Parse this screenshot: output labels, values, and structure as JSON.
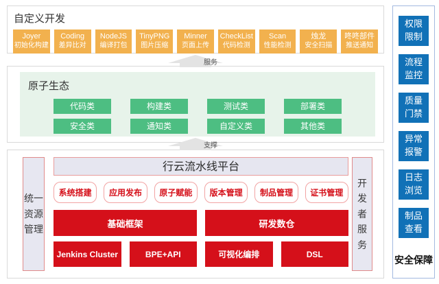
{
  "custom_dev": {
    "title": "自定义开发",
    "tools": [
      {
        "name": "Joyer",
        "desc": "初始化构建"
      },
      {
        "name": "Coding",
        "desc": "差异比对"
      },
      {
        "name": "NodeJS",
        "desc": "编译打包"
      },
      {
        "name": "TinyPNG",
        "desc": "图片压缩"
      },
      {
        "name": "Minner",
        "desc": "页面上传"
      },
      {
        "name": "CheckList",
        "desc": "代码检测"
      },
      {
        "name": "Scan",
        "desc": "性能检测"
      },
      {
        "name": "烛龙",
        "desc": "安全扫描"
      },
      {
        "name": "咚咚部件",
        "desc": "推送通知"
      }
    ]
  },
  "arrows": {
    "service": "服务",
    "support": "支撑"
  },
  "atom_ecosystem": {
    "title": "原子生态",
    "categories": [
      "代码类",
      "构建类",
      "测试类",
      "部署类",
      "安全类",
      "通知类",
      "自定义类",
      "其他类"
    ]
  },
  "platform": {
    "title": "行云流水线平台",
    "left_bar": "统一资源管理",
    "right_bar": "开发者服务",
    "capabilities": [
      "系统搭建",
      "应用发布",
      "原子赋能",
      "版本管理",
      "制品管理",
      "证书管理"
    ],
    "foundations": [
      "基础框架",
      "研发数仓"
    ],
    "infra": [
      "Jenkins Cluster",
      "BPE+API",
      "可视化编排",
      "DSL"
    ]
  },
  "sidebar": {
    "items": [
      "权限限制",
      "流程监控",
      "质量门禁",
      "异常报警",
      "日志浏览",
      "制品查看"
    ],
    "footer": "安全保障"
  },
  "colors": {
    "orange": "#f2b14e",
    "green": "#4dbe82",
    "green_bg": "#e7f3ea",
    "red": "#d5101a",
    "red_outline": "#f2a3a3",
    "lavender": "#e7e7f1",
    "blue": "#1171b7",
    "sidebar_border": "#a3b9e0",
    "panel_border": "#d9d9d9",
    "arrow_gray": "#e3e3e3"
  }
}
